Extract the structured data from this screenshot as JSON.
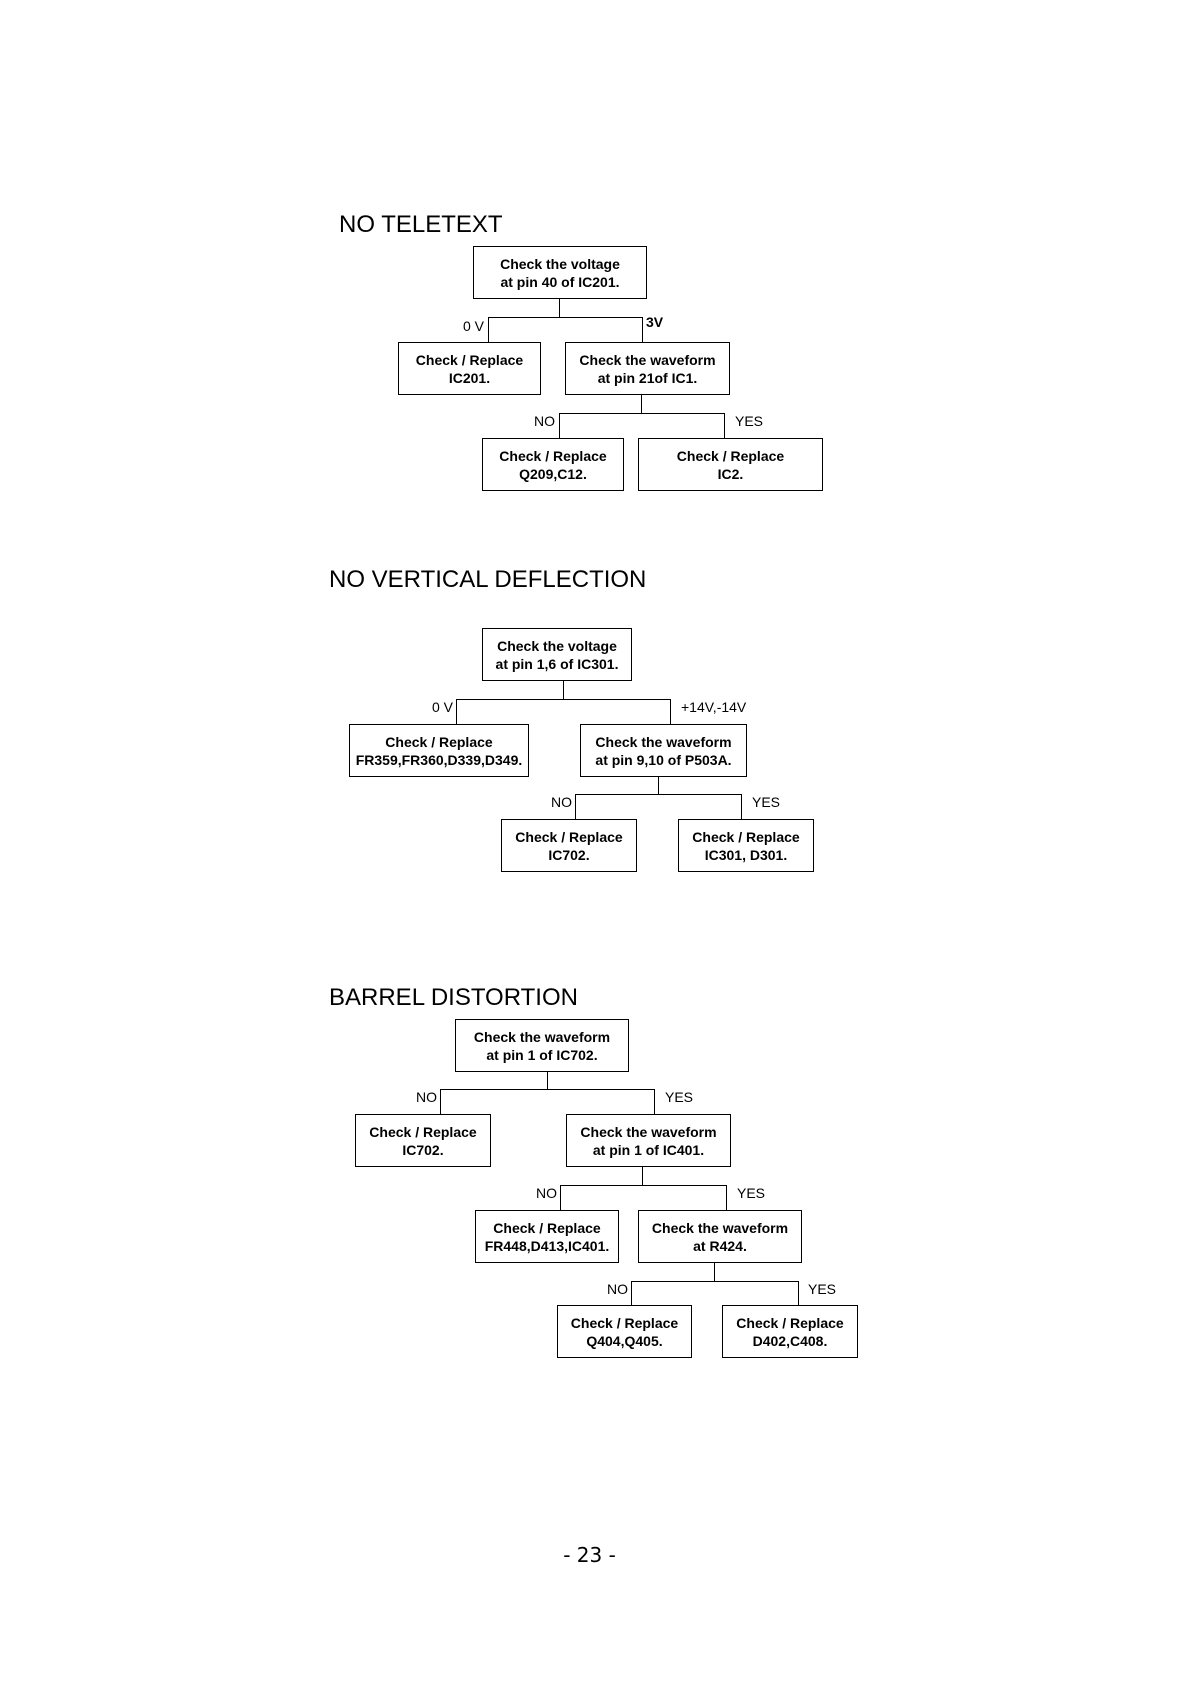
{
  "sections": [
    {
      "title": "NO TELETEXT",
      "root": "Check the voltage\nat pin 40 of IC201.",
      "branch1_left_label": "0 V",
      "branch1_right_label": "3V",
      "box_left": "Check / Replace\nIC201.",
      "box_mid": "Check the waveform\nat pin 21of IC1.",
      "branch2_left_label": "NO",
      "branch2_right_label": "YES",
      "box_bottom_left": "Check / Replace\nQ209,C12.",
      "box_bottom_right": "Check / Replace\nIC2."
    },
    {
      "title": "NO VERTICAL DEFLECTION",
      "root": "Check the voltage\nat pin 1,6 of IC301.",
      "branch1_left_label": "0 V",
      "branch1_right_label": "+14V,-14V",
      "box_left": "Check / Replace\nFR359,FR360,D339,D349.",
      "box_mid": "Check the waveform\nat pin 9,10 of P503A.",
      "branch2_left_label": "NO",
      "branch2_right_label": "YES",
      "box_bottom_left": "Check / Replace\nIC702.",
      "box_bottom_right": "Check / Replace\nIC301, D301."
    },
    {
      "title": "BARREL DISTORTION",
      "root": "Check the waveform\nat pin 1 of IC702.",
      "branch1_left_label": "NO",
      "branch1_right_label": "YES",
      "box_left": "Check / Replace\nIC702.",
      "box_mid": "Check the waveform\nat pin 1 of IC401.",
      "branch2_left_label": "NO",
      "branch2_right_label": "YES",
      "box_level3_left": "Check / Replace\nFR448,D413,IC401.",
      "box_level3_right": "Check the waveform\nat R424.",
      "branch3_left_label": "NO",
      "branch3_right_label": "YES",
      "box_bottom_left": "Check / Replace\nQ404,Q405.",
      "box_bottom_right": "Check / Replace\nD402,C408."
    }
  ],
  "page_number": "-  23  -"
}
